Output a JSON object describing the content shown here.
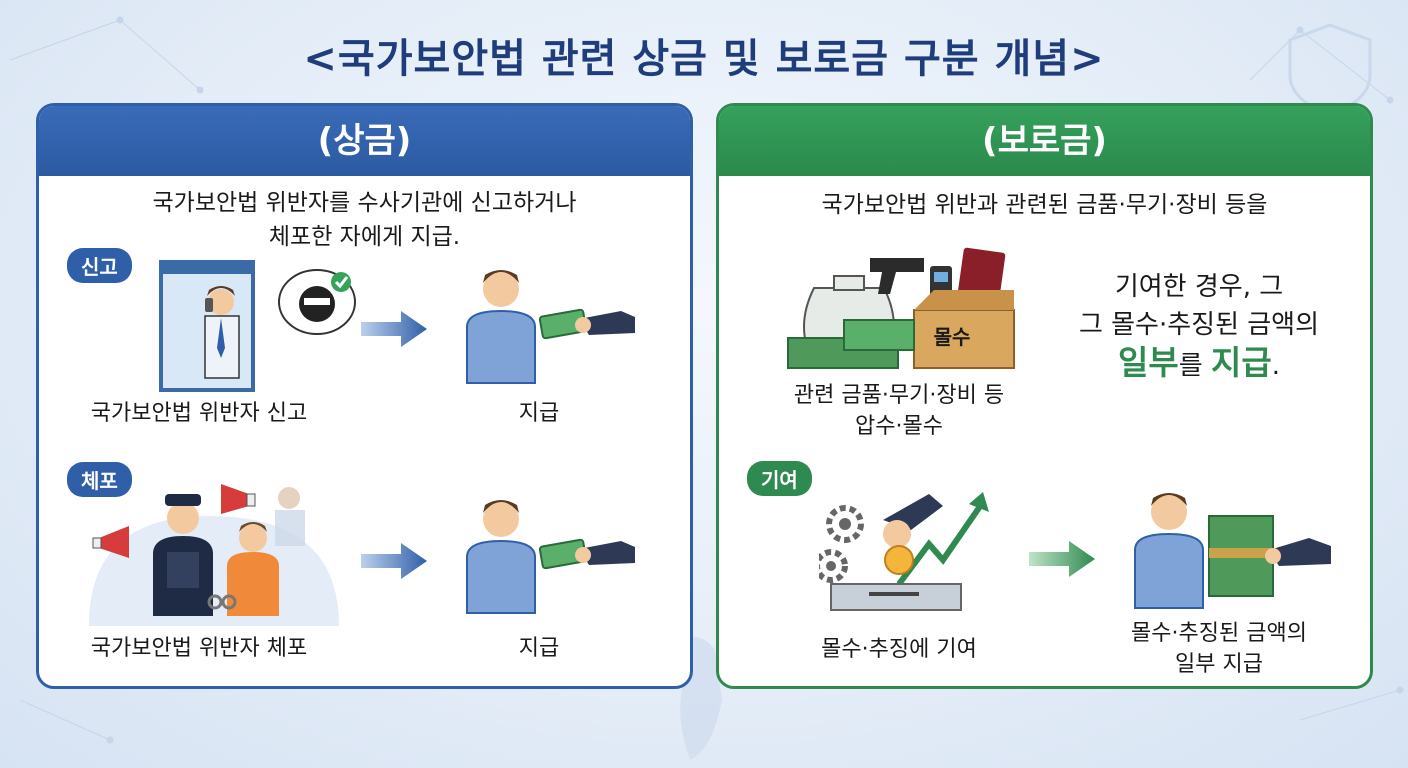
{
  "title": "<국가보안법 관련 상금 및 보로금 구분 개념>",
  "reward": {
    "heading": "(상금)",
    "desc_line1": "국가보안법 위반자를 수사기관에 신고하거나",
    "desc_line2": "체포한 자에게 지급.",
    "report": {
      "badge": "신고",
      "caption": "국가보안법 위반자 신고",
      "pay_caption": "지급"
    },
    "arrest": {
      "badge": "체포",
      "caption": "국가보안법 위반자 체포",
      "pay_caption": "지급"
    }
  },
  "bounty": {
    "heading": "(보로금)",
    "desc": "국가보안법 위반과 관련된 금품·무기·장비 등을",
    "seizure_box_label": "몰수",
    "seizure_caption_line1": "관련 금품·무기·장비 등",
    "seizure_caption_line2": "압수·몰수",
    "note_line1": "기여한 경우, 그",
    "note_line2": "그 몰수·추징된 금액의",
    "note_hl1": "일부",
    "note_mid": "를 ",
    "note_hl2": "지급",
    "note_end": ".",
    "contrib": {
      "badge": "기여",
      "caption": "몰수·추징에 기여",
      "pay_caption_line1": "몰수·추징된 금액의",
      "pay_caption_line2": "일부 지급"
    }
  },
  "colors": {
    "blue": "#2f5fa8",
    "green": "#2f8a4f",
    "title": "#1f3d7a"
  }
}
